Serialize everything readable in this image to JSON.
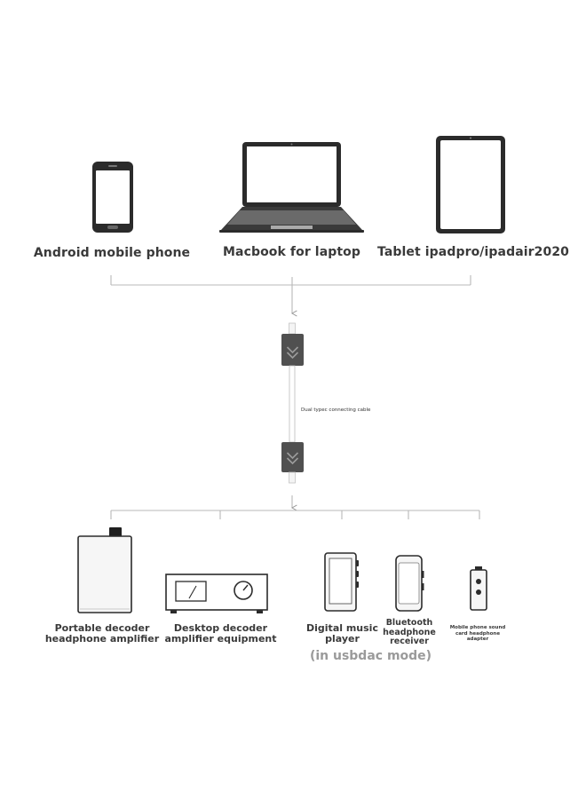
{
  "sources": [
    {
      "label": "Android mobile phone",
      "icon": "android-phone-icon"
    },
    {
      "label": "Macbook for laptop",
      "icon": "laptop-icon"
    },
    {
      "label": "Tablet ipadpro/ipadair2020",
      "icon": "tablet-icon"
    }
  ],
  "cable": {
    "label": "Dual typec connecting cable",
    "icon": "usb-c-plug-icon"
  },
  "targets": [
    {
      "label": "Portable decoder\nheadphone amplifier",
      "icon": "portable-amp-icon"
    },
    {
      "label": "Desktop decoder\namplifier equipment",
      "icon": "desktop-amp-icon"
    },
    {
      "label": "Digital music\nplayer",
      "icon": "music-player-icon"
    },
    {
      "label": "Bluetooth\nheadphone\nreceiver",
      "icon": "bluetooth-receiver-icon"
    },
    {
      "label": "Mobile phone sound\ncard headphone\nadapter",
      "icon": "headphone-adapter-icon"
    }
  ],
  "mode_note": "(in usbdac mode)",
  "colors": {
    "line": "#b9b9b9",
    "device": "#2b2b2b",
    "plug": "#505050",
    "label": "#3a3a3a",
    "note": "#9a9a9a"
  }
}
